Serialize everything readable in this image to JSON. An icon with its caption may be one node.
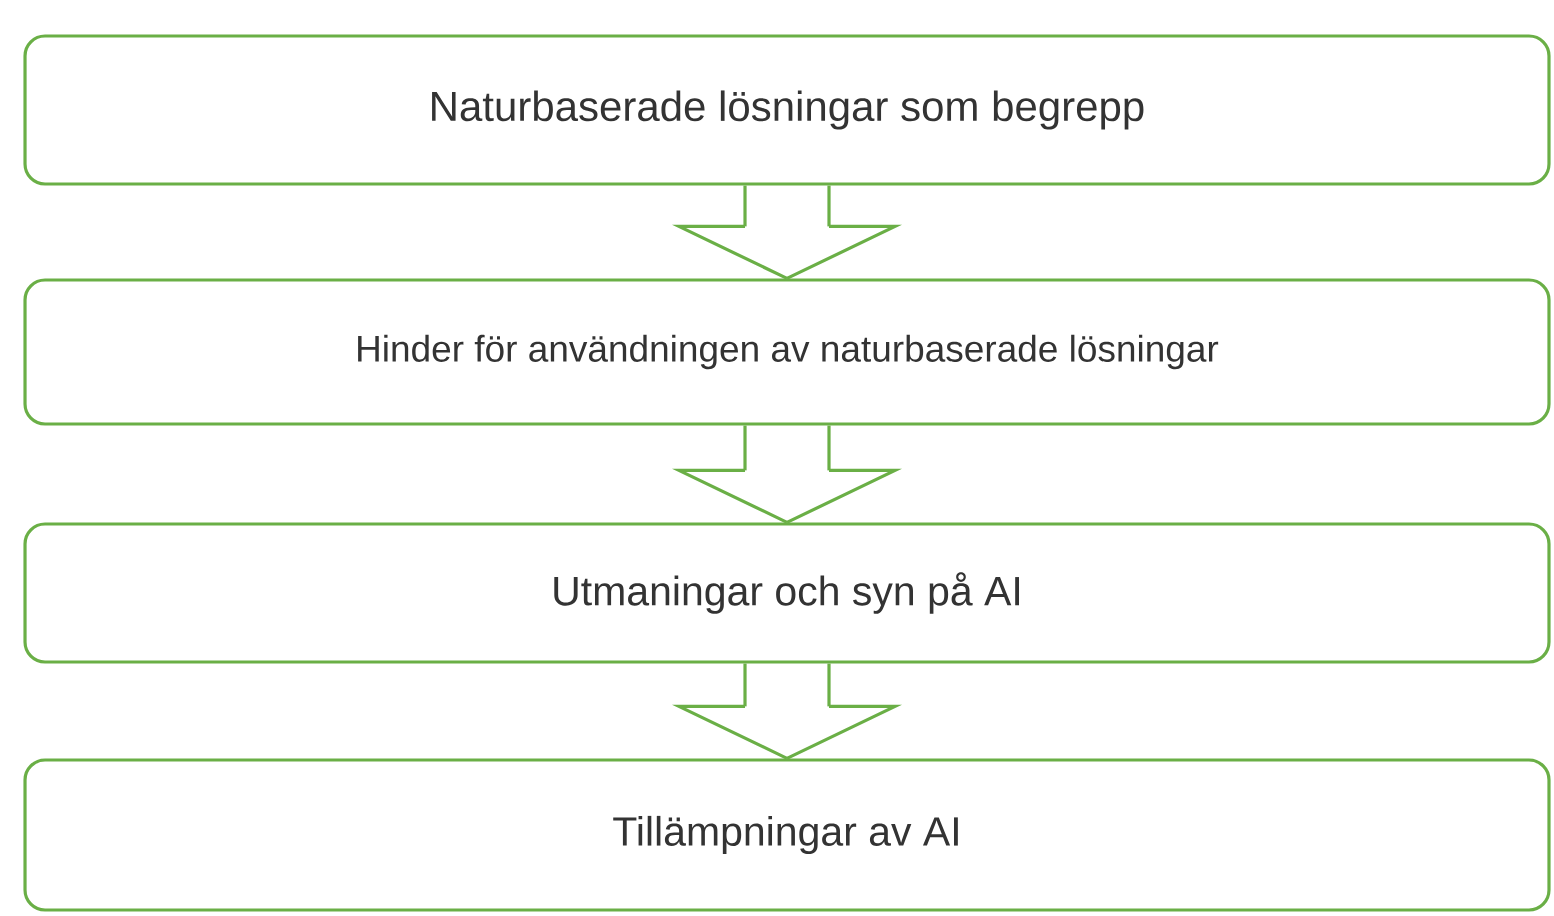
{
  "diagram": {
    "nodes": [
      {
        "text": [
          "Naturbaserade lösningar som begrepp"
        ]
      },
      {
        "text": [
          "Hinder för användningen av naturbaserade lösningar"
        ]
      },
      {
        "text": [
          "Utmaningar och syn på AI"
        ]
      },
      {
        "text": [
          "Tillämpningar av AI"
        ]
      }
    ],
    "edges": [
      {
        "from": 0,
        "to": 1,
        "arrow": "to"
      },
      {
        "from": 1,
        "to": 2,
        "arrow": "to"
      },
      {
        "from": 2,
        "to": 3,
        "arrow": "to"
      }
    ]
  }
}
